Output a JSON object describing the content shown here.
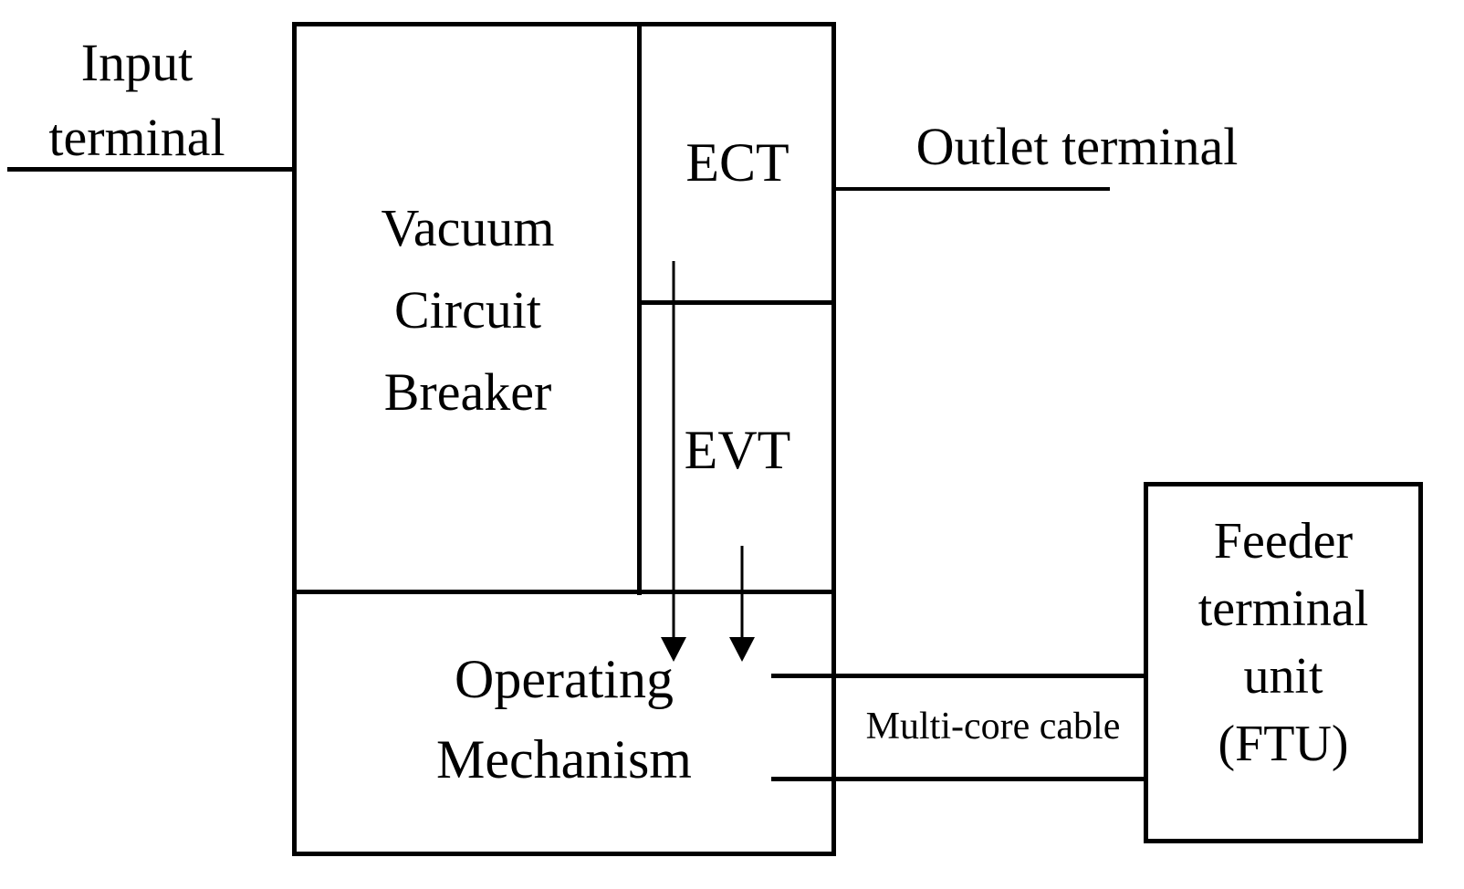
{
  "diagram": {
    "title": "Vacuum circuit breaker block diagram",
    "labels": {
      "input_terminal": "Input\nterminal",
      "outlet_terminal": "Outlet terminal",
      "vacuum_circuit_breaker": "Vacuum\nCircuit\nBreaker",
      "ect": "ECT",
      "evt": "EVT",
      "operating_mechanism": "Operating\nMechanism",
      "multi_core_cable": "Multi-core cable",
      "feeder_terminal_unit": "Feeder\nterminal\nunit\n(FTU)"
    },
    "icons": {
      "ect_arrow": "down-arrow-icon",
      "evt_arrow": "down-arrow-icon"
    },
    "colors": {
      "line": "#000000",
      "text": "#000000",
      "background": "#ffffff"
    }
  }
}
